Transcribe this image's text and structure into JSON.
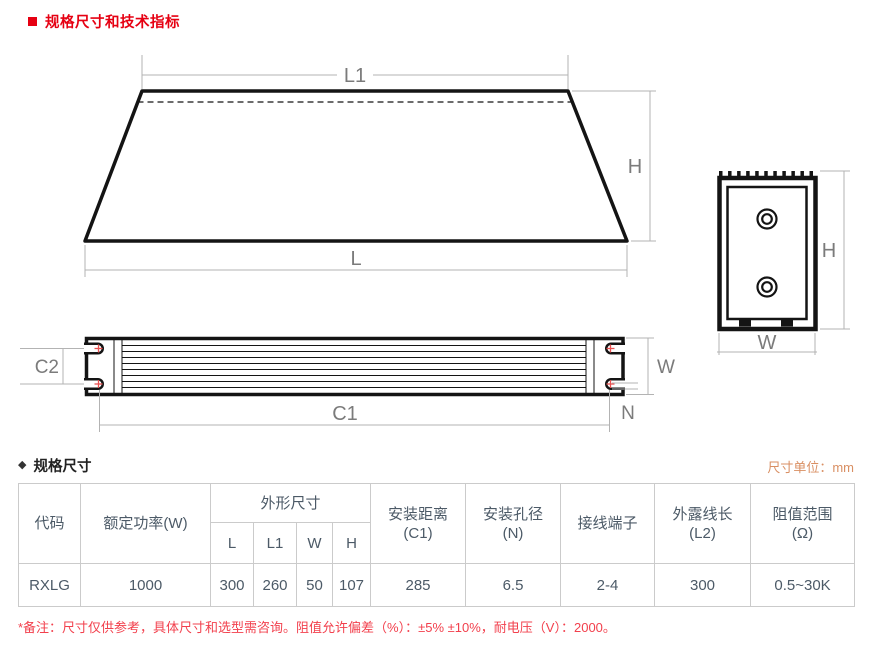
{
  "page": {
    "title": "规格尺寸和技术指标",
    "section_title": "规格尺寸",
    "unit_note": "尺寸单位：mm",
    "footnote": "*备注：尺寸仅供参考，具体尺寸和选型需咨询。阻值允许偏差（%）：±5% ±10%，耐电压（V）：2000。"
  },
  "colors": {
    "accent_red": "#e60012",
    "note_red": "#f2404d",
    "unit_orange": "#d98f63",
    "table_text": "#4c5a67",
    "table_border": "#cbcbcb",
    "dimension_gray": "#b3b3b3",
    "label_gray": "#7b7b7b"
  },
  "diagram": {
    "front_view": {
      "l1": "L1",
      "h": "H",
      "l": "L"
    },
    "end_view": {
      "h": "H",
      "w": "W"
    },
    "top_view": {
      "c2": "C2",
      "c1": "C1",
      "w": "W",
      "n": "N"
    }
  },
  "table": {
    "header": {
      "code": "代码",
      "power": "额定功率(W)",
      "outline_group": "外形尺寸",
      "sub": {
        "l": "L",
        "l1": "L1",
        "w": "W",
        "h": "H"
      },
      "mount_distance": {
        "line1": "安装距离",
        "line2": "(C1)"
      },
      "mount_hole": {
        "line1": "安装孔径",
        "line2": "(N)"
      },
      "terminal": "接线端子",
      "wire_length": {
        "line1": "外露线长",
        "line2": "(L2)"
      },
      "resistance_range": {
        "line1": "阻值范围",
        "line2": "(Ω)"
      }
    },
    "row": {
      "code": "RXLG",
      "power": "1000",
      "l": "300",
      "l1": "260",
      "w": "50",
      "h": "107",
      "c1": "285",
      "n": "6.5",
      "terminal": "2-4",
      "l2": "300",
      "range": "0.5~30K"
    }
  }
}
